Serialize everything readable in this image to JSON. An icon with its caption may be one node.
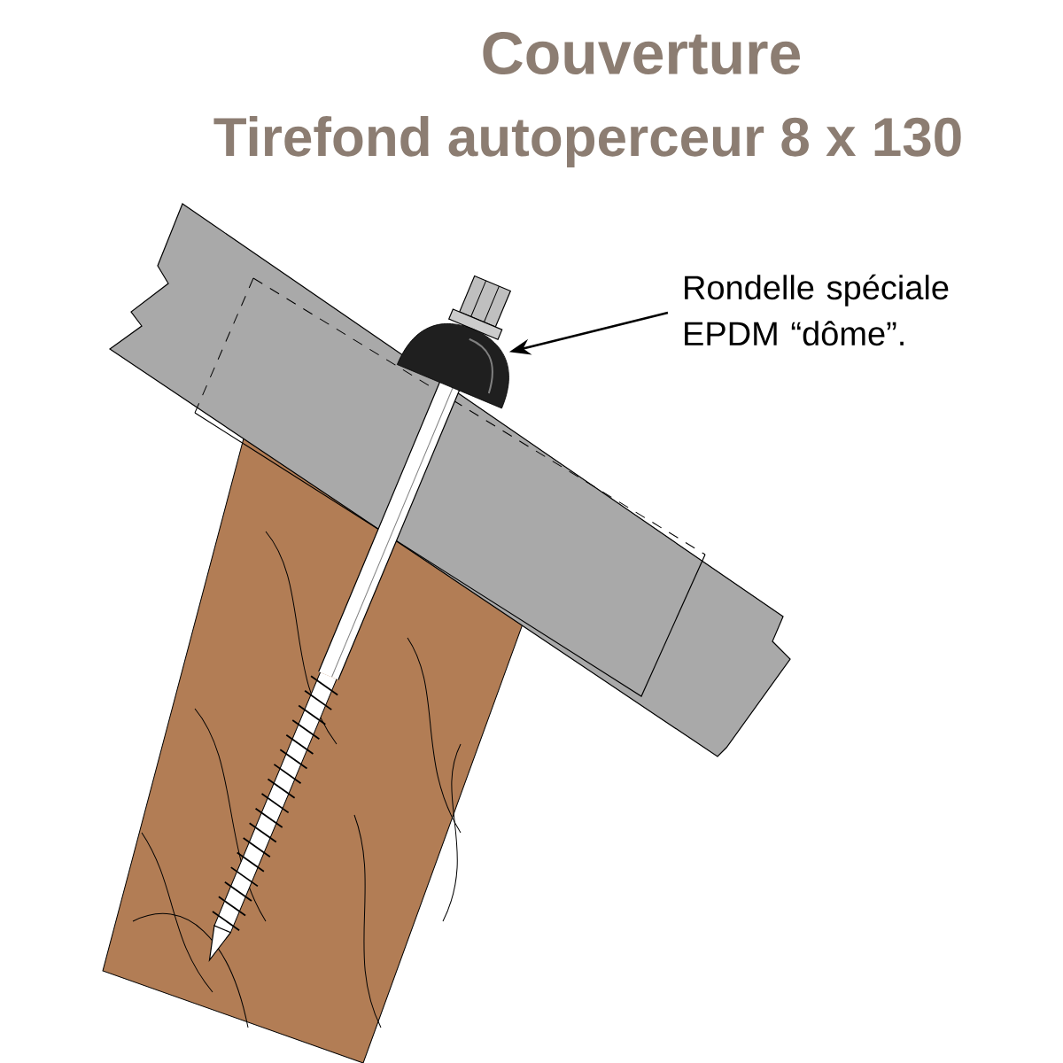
{
  "diagram": {
    "title": "Couverture",
    "nodes": [
      {
        "text": [
          "Rondelle spéciale EPDM “dôme”."
        ]
      },
      {
        "text": [],
        "shape": "picture"
      }
    ],
    "edges": [
      {
        "from": 0,
        "to": 1,
        "arrow": "to"
      }
    ],
    "labels": [
      "Tirefond autoperceur 8 x 130"
    ]
  }
}
